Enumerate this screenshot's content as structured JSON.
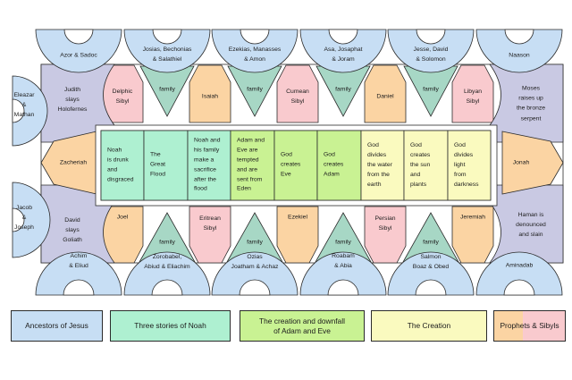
{
  "colors": {
    "ancestors_blue": "#c7def4",
    "pendentive_lavender": "#c9c9e3",
    "sibyl_pink": "#f9cace",
    "prophet_orange": "#fbd4a3",
    "family_teal": "#a7d7c5",
    "noah_mint": "#aef0d1",
    "adam_green": "#c9f293",
    "creation_yellow": "#fafabf",
    "white": "#ffffff"
  },
  "family_label": "family",
  "top_lunettes": [
    "Azor & Sadoc",
    "Josias, Bechonias\n& Salathiel",
    "Ezekias, Manasses\n& Amon",
    "Asa, Josaphat\n& Joram",
    "Jesse, David\n& Solomon",
    "Naason"
  ],
  "top_prophets": [
    "Delphic\nSibyl",
    "Isaiah",
    "Cumean\nSibyl",
    "Daniel",
    "Libyan\nSibyl"
  ],
  "left_medallions": [
    "Eleazar\n&\nMathan",
    "Jacob\n&\nJoseph"
  ],
  "pendentives": {
    "top_left": "Judith\nslays\nHolofernes",
    "top_right": "Moses\nraises up\nthe bronze\nserpent",
    "bottom_left": "David\nslays\nGoliath",
    "bottom_right": "Haman is\ndenounced\nand slain"
  },
  "side_prophets": {
    "left": "Zacheriah",
    "right": "Jonah"
  },
  "center_panels": [
    "Noah\nis drunk\nand\ndisgraced",
    "The\nGreat\nFlood",
    "Noah and\nhis family\nmake a\nsacrifice\nafter the\nflood",
    "Adam and\nEve are\ntempted\nand are\nsent from\nEden",
    "God\ncreates\nEve",
    "God\ncreates\nAdam",
    "God\ndivides\nthe water\nfrom the\nearth",
    "God\ncreates\nthe sun\nand\nplants",
    "God\ndivides\nlight\nfrom\ndarkness"
  ],
  "bottom_prophets": [
    "Joel",
    "Eritrean\nSibyl",
    "Ezekiel",
    "Persian\nSibyl",
    "Jeremiah"
  ],
  "bottom_lunettes": [
    "Achim\n& Eliud",
    "Zorobabel,\nAbiud & Eliachim",
    "Ozias\nJoatham & Achaz",
    "Roabam\n& Abia",
    "Salmon\nBoaz & Obed",
    "Aminadab"
  ],
  "legend": [
    "Ancestors of Jesus",
    "Three stories of Noah",
    "The creation and downfall\nof Adam and Eve",
    "The Creation",
    "Prophets & Sibyls"
  ]
}
